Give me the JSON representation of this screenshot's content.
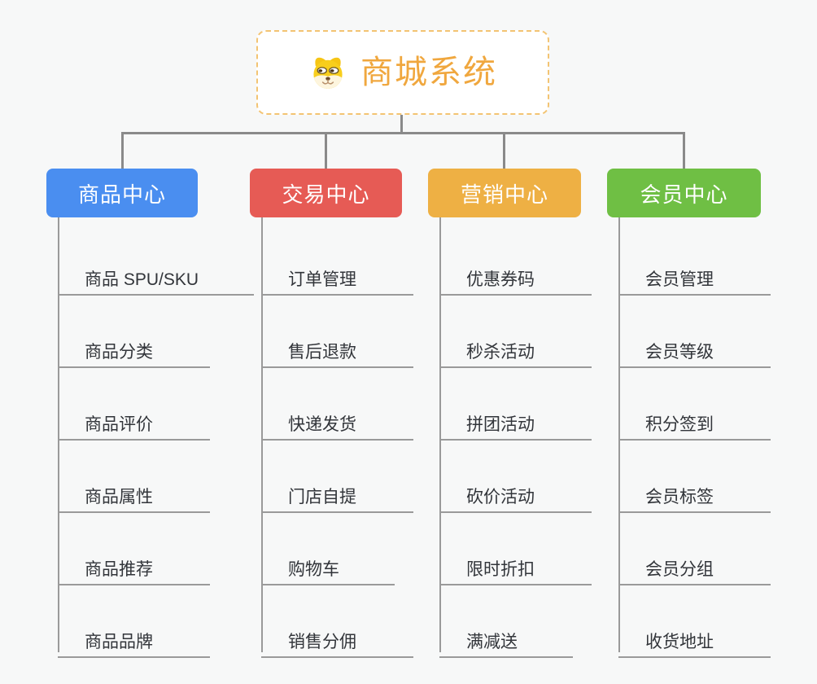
{
  "root": {
    "title": "商城系统",
    "icon": "doge-icon",
    "accent_color": "#f0a73e",
    "border_color": "#f3c473"
  },
  "branches": [
    {
      "label": "商品中心",
      "color": "#4a8ef0",
      "children": [
        "商品 SPU/SKU",
        "商品分类",
        "商品评价",
        "商品属性",
        "商品推荐",
        "商品品牌"
      ]
    },
    {
      "label": "交易中心",
      "color": "#e65b55",
      "children": [
        "订单管理",
        "售后退款",
        "快递发货",
        "门店自提",
        "购物车",
        "销售分佣"
      ]
    },
    {
      "label": "营销中心",
      "color": "#eeb044",
      "children": [
        "优惠券码",
        "秒杀活动",
        "拼团活动",
        "砍价活动",
        "限时折扣",
        "满减送"
      ]
    },
    {
      "label": "会员中心",
      "color": "#6fbf44",
      "children": [
        "会员管理",
        "会员等级",
        "积分签到",
        "会员标签",
        "会员分组",
        "收货地址"
      ]
    }
  ],
  "connector_color": "#8a8a8a"
}
